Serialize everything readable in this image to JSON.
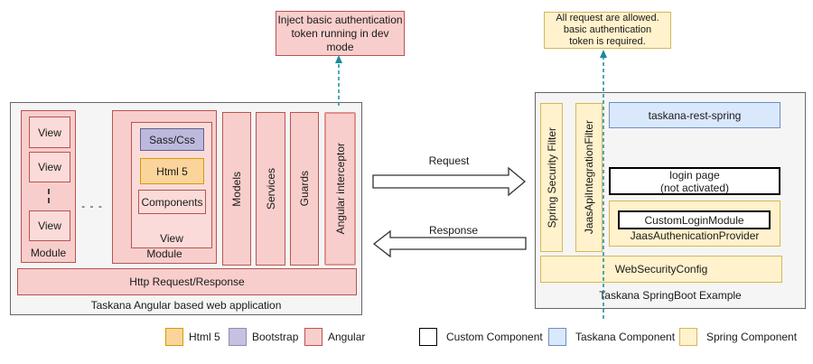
{
  "callouts": {
    "dev_note": "Inject basic authentication\ntoken running in dev\nmode",
    "auth_note": "All request are allowed.\nbasic authentication\ntoken is required."
  },
  "angular_app": {
    "title": "Taskana Angular based web application",
    "module1": {
      "label": "Module",
      "views": [
        "View",
        "View",
        "View"
      ]
    },
    "modules_ellipsis": "- - -",
    "module2": {
      "label": "Module",
      "view_label": "View",
      "sass": "Sass/Css",
      "html5": "Html 5",
      "components": "Components"
    },
    "columns": [
      "Models",
      "Services",
      "Guards",
      "Angular interceptor"
    ],
    "http": "Http Request/Response"
  },
  "springboot_app": {
    "title": "Taskana SpringBoot Example",
    "filters": [
      "Spring Security Filter",
      "JaasApiIntegrationFilter"
    ],
    "rest": "taskana-rest-spring",
    "login_page": "login page\n(not activated)",
    "provider_label": "JaasAuthenicationProvider",
    "custom_login_module": "CustomLoginModule",
    "web_security": "WebSecurityConfig"
  },
  "arrows": {
    "request": "Request",
    "response": "Response"
  },
  "legend": [
    {
      "label": "Html 5",
      "fill": "#fbd49c",
      "border": "#d79b00"
    },
    {
      "label": "Bootstrap",
      "fill": "#c5c1e0",
      "border": "#8f8ab5"
    },
    {
      "label": "Angular",
      "fill": "#f8cecc",
      "border": "#b85450"
    },
    {
      "label": "Custom Component",
      "fill": "#ffffff",
      "border": "#000000"
    },
    {
      "label": "Taskana Component",
      "fill": "#dae8fc",
      "border": "#6c8ebf"
    },
    {
      "label": "Spring Component",
      "fill": "#fff2cc",
      "border": "#d6b656"
    }
  ],
  "colors": {
    "angular-fill": "#f8cecc",
    "angular-border": "#b85450",
    "angular-light-fill": "#fadbd9",
    "interceptor-border": "#e0928d",
    "html5-fill": "#fbd49c",
    "html5-border": "#d79b00",
    "bootstrap-fill": "#bdb9dc",
    "bootstrap-border": "#65608f",
    "spring-fill": "#fff2cc",
    "spring-border": "#d6b656",
    "taskana-fill": "#dae8fc",
    "taskana-border": "#6c8ebf",
    "custom-border": "#000000",
    "container-fill": "#f5f5f5",
    "container-border": "#666666",
    "teal": "#178b9d",
    "arrow-stroke": "#333333",
    "text": "#1a1a1a"
  }
}
